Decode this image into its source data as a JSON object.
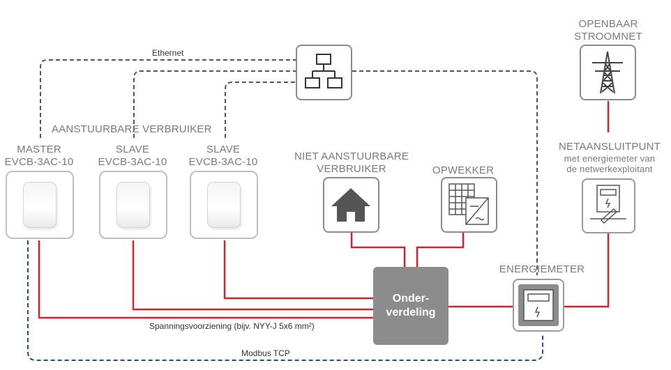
{
  "labels": {
    "ethernet": "Ethernet",
    "controllable": "AANSTUURBARE VERBRUIKER",
    "master_line1": "MASTER",
    "master_line2": "EVCB-3AC-10",
    "slave1_line1": "SLAVE",
    "slave1_line2": "EVCB-3AC-10",
    "slave2_line1": "SLAVE",
    "slave2_line2": "EVCB-3AC-10",
    "noncontrol_line1": "NIET AANSTUURBARE",
    "noncontrol_line2": "VERBRUIKER",
    "generator": "OPWEKKER",
    "grid_line1": "OPENBAAR",
    "grid_line2": "STROOMNET",
    "connection_line1": "NETAANSLUITPUNT",
    "connection_line2": "met energiemeter van",
    "connection_line3": "de netwerkexploitant",
    "energymeter": "ENERGIEMETER",
    "dist_line1": "Onder-",
    "dist_line2": "verdeling",
    "power_supply": "Spanningsvoorziening (bijv. NYY-J 5x6 mm²)",
    "modbus": "Modbus TCP"
  },
  "icons": {
    "switch": "network-switch-icon",
    "house": "house-icon",
    "solar": "solar-inverter-icon",
    "pylon": "power-pylon-icon",
    "meter": "electricity-meter-icon",
    "charger": "wallbox-charger-icon"
  },
  "colors": {
    "power_line": "#d7222c",
    "ethernet_line": "#555555",
    "modbus_line": "#1f4e79",
    "distribution_box": "#8c8c8c",
    "label_gray": "#7a7a7a"
  }
}
